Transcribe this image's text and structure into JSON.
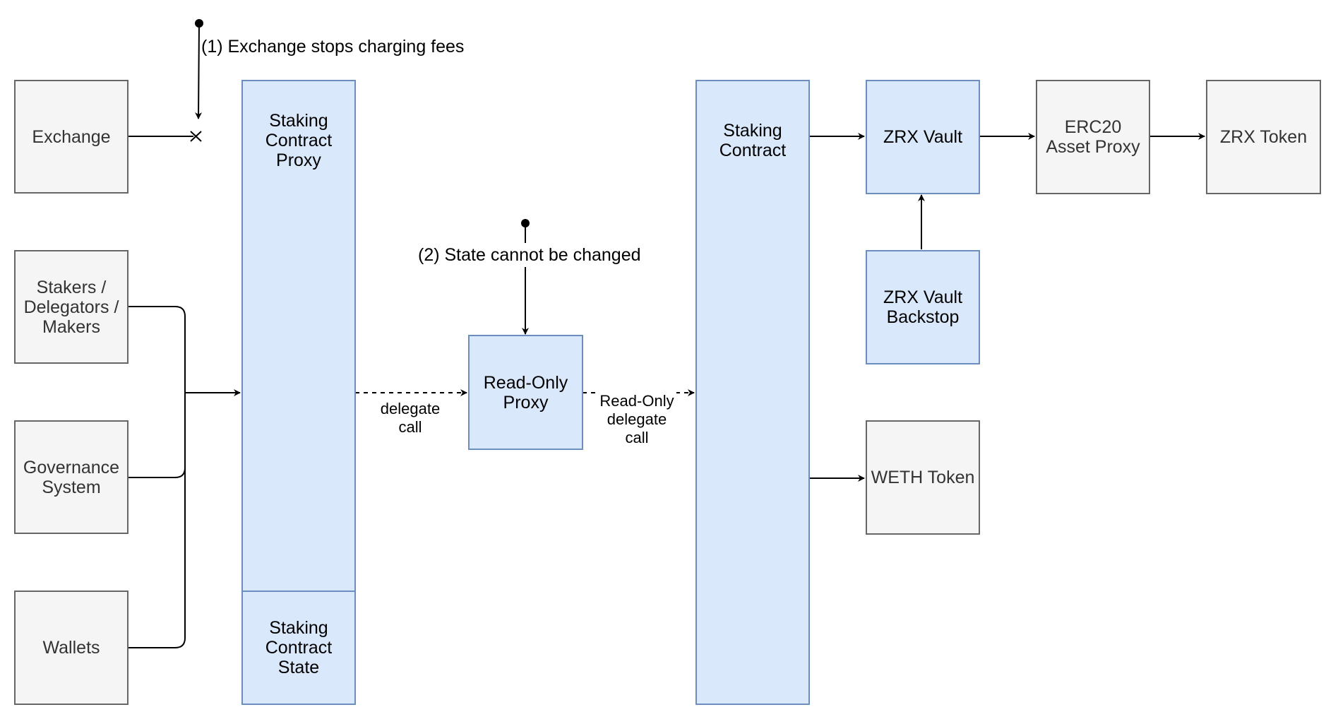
{
  "nodes": {
    "exchange": "Exchange",
    "stakers": "Stakers /\nDelegators /\nMakers",
    "governance": "Governance\nSystem",
    "wallets": "Wallets",
    "staking_proxy": "Staking\nContract\nProxy",
    "staking_state": "Staking\nContract\nState",
    "readonly_proxy": "Read-Only\nProxy",
    "staking_contract": "Staking\nContract",
    "zrx_vault": "ZRX Vault",
    "zrx_vault_backstop": "ZRX Vault\nBackstop",
    "erc20_proxy": "ERC20\nAsset Proxy",
    "zrx_token": "ZRX Token",
    "weth_token": "WETH Token"
  },
  "annotations": {
    "exchange_stops": "(1) Exchange stops charging fees",
    "state_unchanged": "(2) State cannot be changed"
  },
  "edge_labels": {
    "delegate_call": "delegate\ncall",
    "readonly_delegate_call": "Read-Only\ndelegate\ncall"
  },
  "colors": {
    "gray_fill": "#f5f5f5",
    "gray_stroke": "#666666",
    "blue_fill": "#dae8fc",
    "blue_stroke": "#6c8ebf",
    "edge": "#000000"
  }
}
